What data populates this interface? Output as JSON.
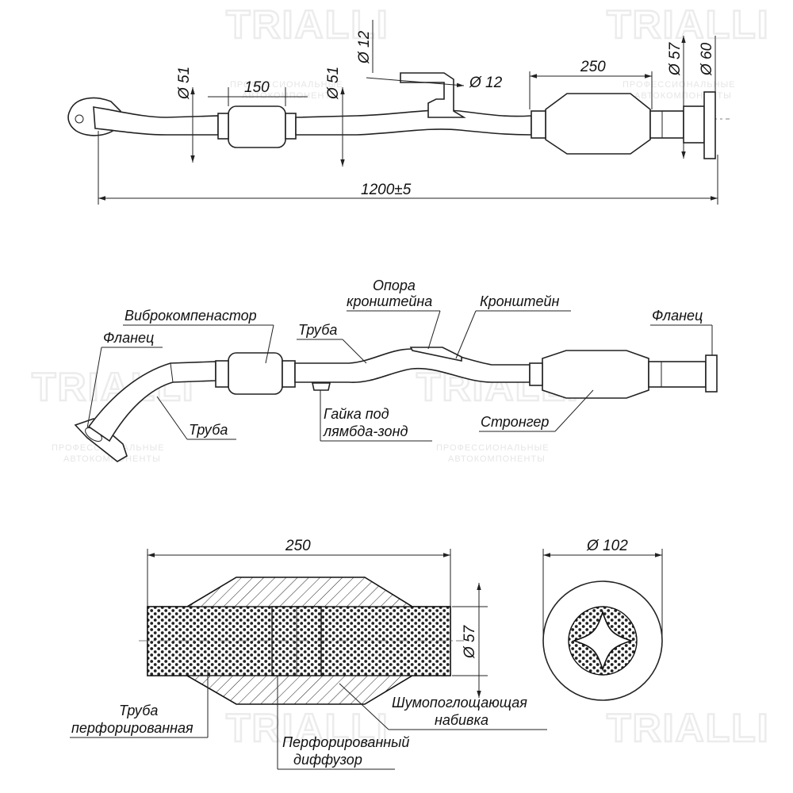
{
  "watermark": {
    "brand": "TRIALLI",
    "tagline_line1": "ПРОФЕССИОНАЛЬНЫЕ",
    "tagline_line2": "АВТОКОМПОНЕНТЫ"
  },
  "top_view": {
    "dims": {
      "d51_left": "Ø 51",
      "len150": "150",
      "d51_right": "Ø 51",
      "d12_top": "Ø 12",
      "d12_side": "Ø 12",
      "len250": "250",
      "d57": "Ø 57",
      "d60": "Ø 60",
      "overall": "1200±5"
    }
  },
  "side_view": {
    "labels": {
      "flange_left": "Фланец",
      "flex_pipe": "Виброкомпенастор",
      "pipe_mid": "Труба",
      "support_line1": "Опора",
      "support_line2": "кронштейна",
      "bracket": "Кронштейн",
      "flange_right": "Фланец",
      "pipe_lower": "Труба",
      "nut_line1": "Гайка под",
      "nut_line2": "лямбда-зонд",
      "stronger": "Стронгер"
    }
  },
  "section_view": {
    "dims": {
      "len250": "250",
      "d57": "Ø 57",
      "d102": "Ø 102"
    },
    "labels": {
      "perf_pipe_line1": "Труба",
      "perf_pipe_line2": "перфорированная",
      "packing_line1": "Шумопоглощающая",
      "packing_line2": "набивка",
      "diffuser_line1": "Перфорированный",
      "diffuser_line2": "диффузор"
    }
  }
}
